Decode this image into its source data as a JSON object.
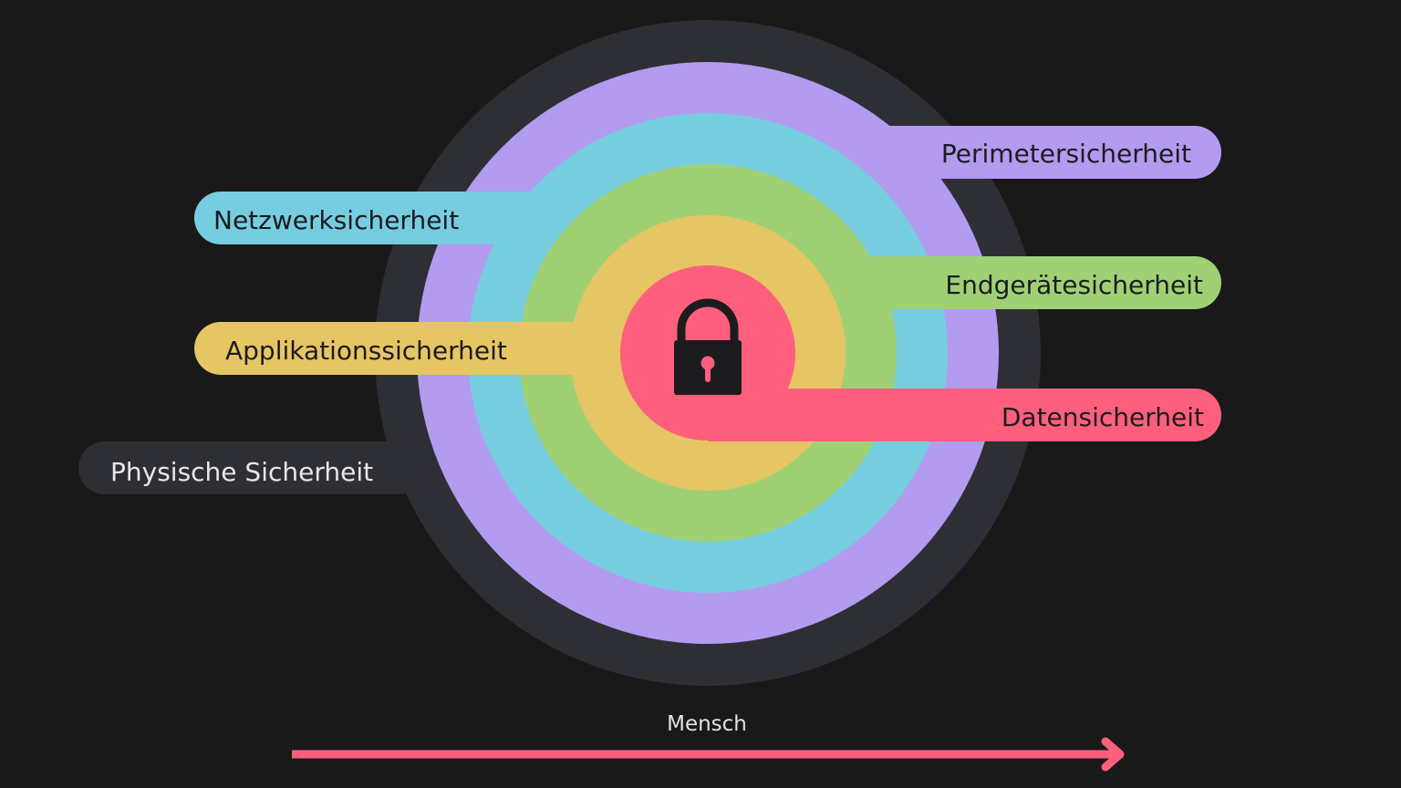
{
  "diagram": {
    "title": "Security layers",
    "center_icon": "lock-icon",
    "background_color": "#19191a",
    "layers": [
      {
        "id": "physical",
        "label": "Physische Sicherheit",
        "color": "#2e2f35",
        "text_color": "#e8e8ea"
      },
      {
        "id": "perimeter",
        "label": "Perimetersicherheit",
        "color": "#b39bf0",
        "text_color": "#1c1c1f"
      },
      {
        "id": "network",
        "label": "Netzwerksicherheit",
        "color": "#76cde0",
        "text_color": "#1c1c1f"
      },
      {
        "id": "endpoint",
        "label": "Endgerätesicherheit",
        "color": "#9fd174",
        "text_color": "#1c1c1f"
      },
      {
        "id": "application",
        "label": "Applikationssicherheit",
        "color": "#e6c564",
        "text_color": "#1c1c1f"
      },
      {
        "id": "data",
        "label": "Datensicherheit",
        "color": "#ff5f7d",
        "text_color": "#1c1c1f"
      }
    ],
    "axis": {
      "label": "Mensch",
      "arrow_color": "#ff5f7d",
      "direction": "right"
    }
  }
}
